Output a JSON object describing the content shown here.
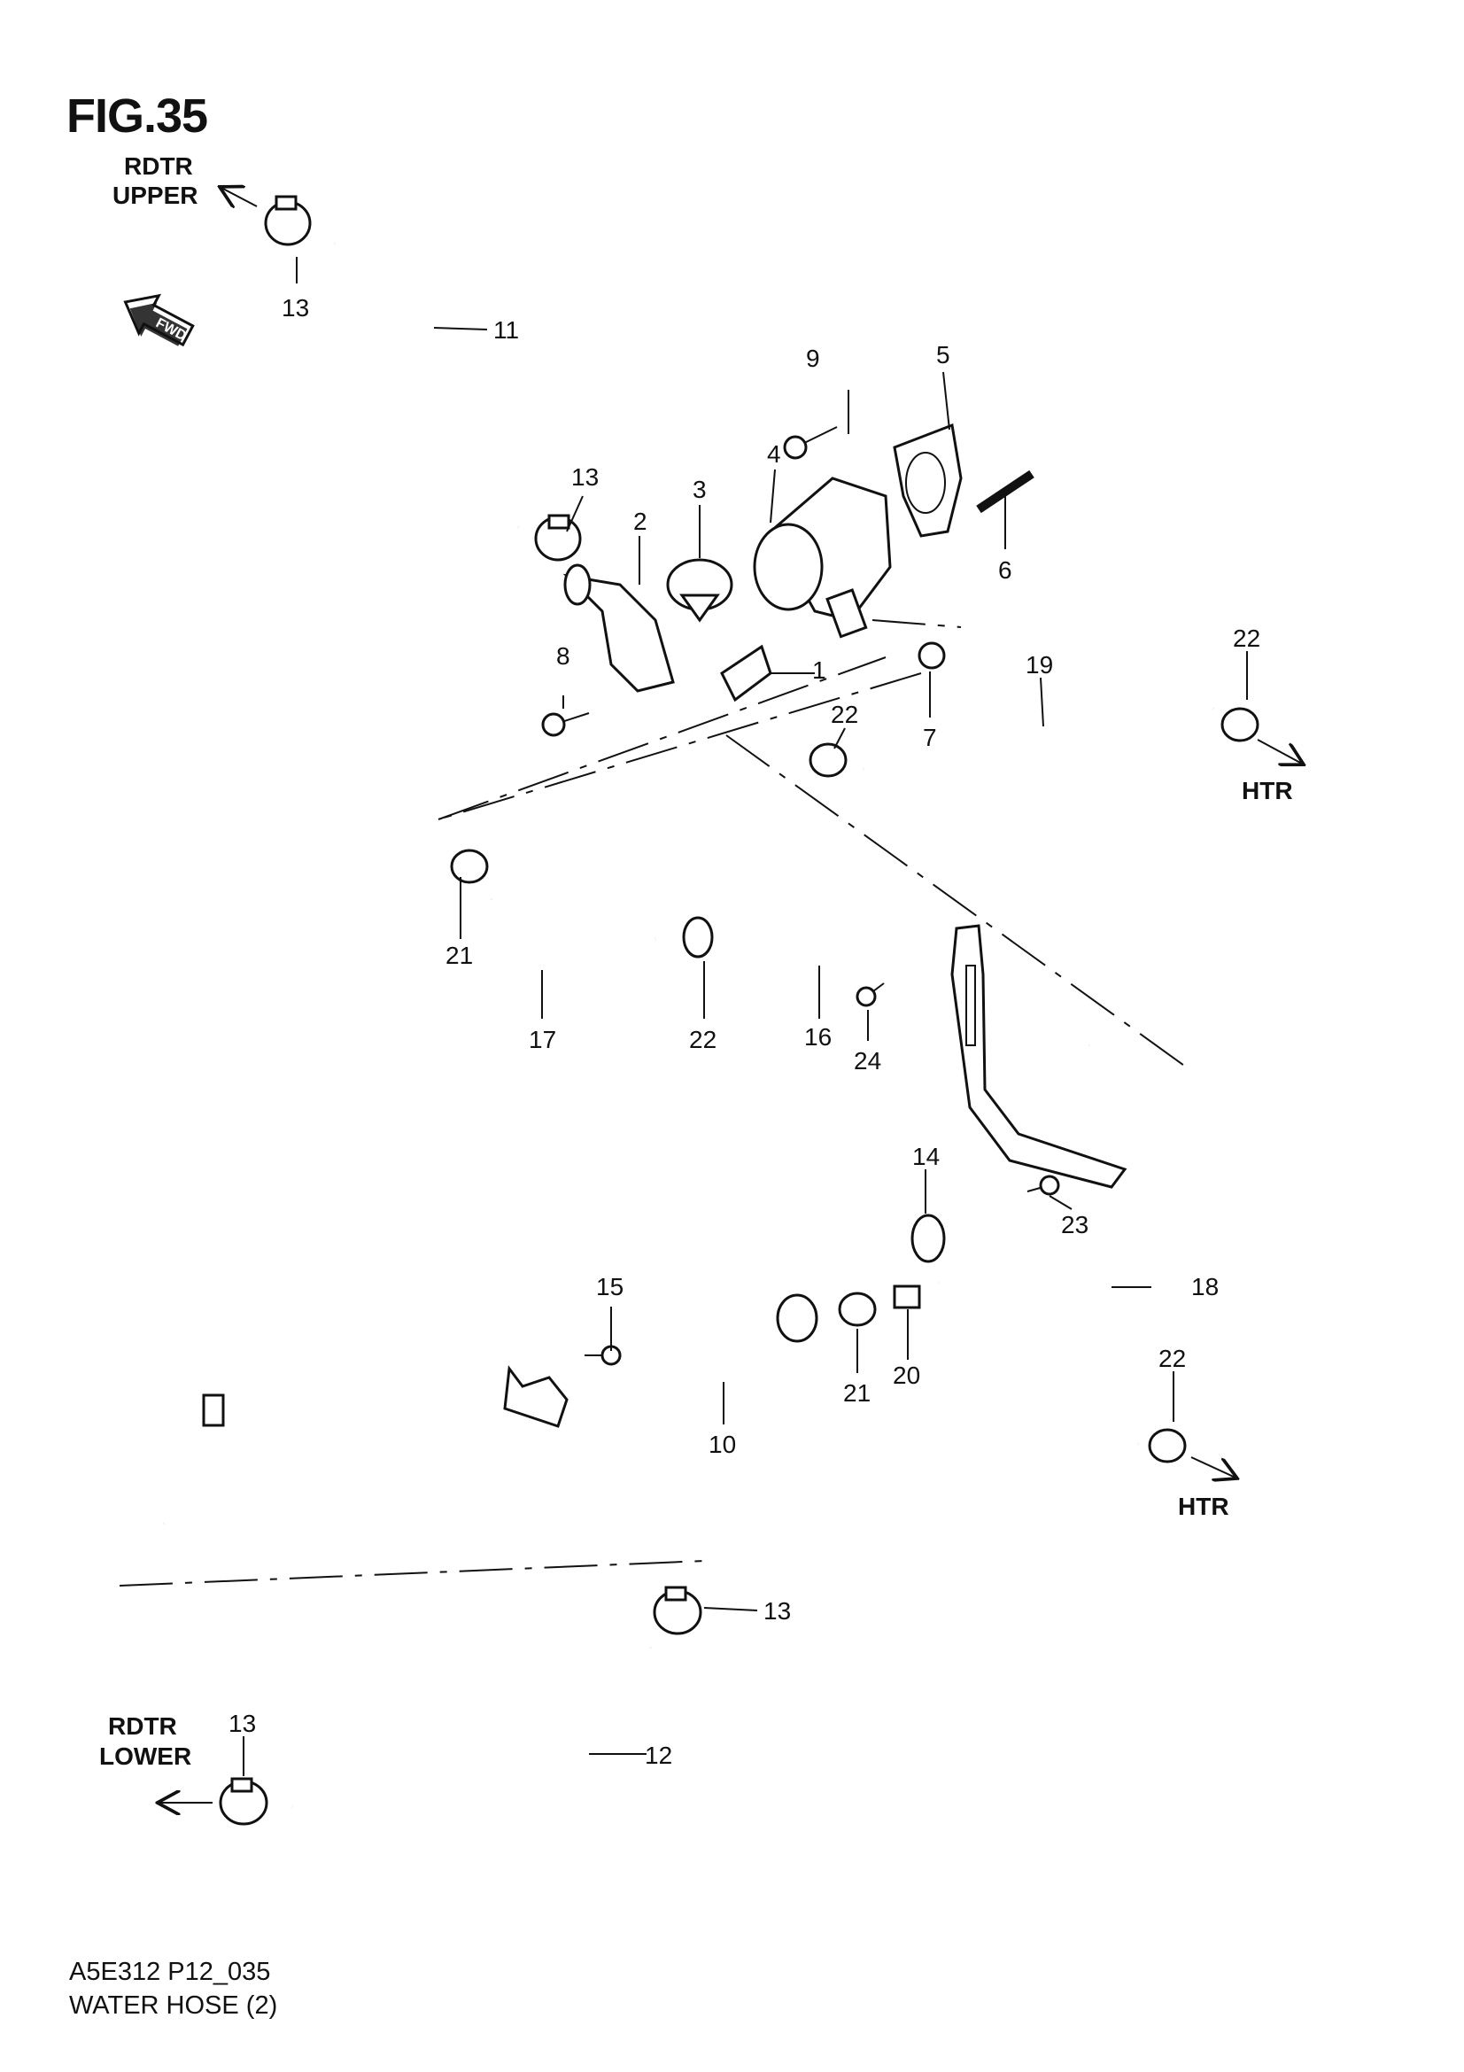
{
  "figure": {
    "title": "FIG.35"
  },
  "footer": {
    "code": "A5E312 P12_035",
    "name": "WATER HOSE (2)"
  },
  "fwd_label": "FWD",
  "destinations": {
    "rdtr_upper": [
      "RDTR",
      "UPPER"
    ],
    "rdtr_lower": [
      "RDTR",
      "LOWER"
    ],
    "htr_1": "HTR",
    "htr_2": "HTR"
  },
  "callouts": {
    "c1": "1",
    "c2": "2",
    "c3": "3",
    "c4": "4",
    "c5": "5",
    "c6": "6",
    "c7": "7",
    "c8": "8",
    "c9": "9",
    "c10": "10",
    "c11": "11",
    "c12": "12",
    "c13a": "13",
    "c13b": "13",
    "c13c": "13",
    "c13d": "13",
    "c14": "14",
    "c15": "15",
    "c16": "16",
    "c17": "17",
    "c18": "18",
    "c19": "19",
    "c20": "20",
    "c21a": "21",
    "c21b": "21",
    "c22a": "22",
    "c22b": "22",
    "c22c": "22",
    "c22d": "22",
    "c23": "23",
    "c24": "24"
  }
}
